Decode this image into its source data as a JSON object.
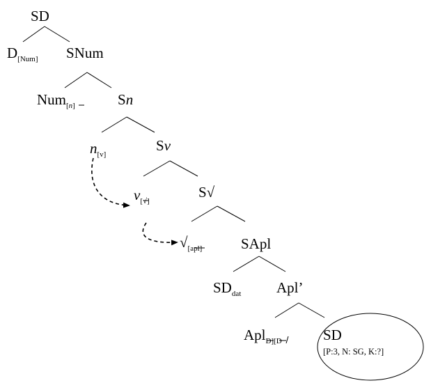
{
  "nodes": {
    "sd_root": "SD",
    "d_num": {
      "base": "D",
      "sub": "[Num]"
    },
    "snum": "SNum",
    "num_n": {
      "base": "Num",
      "sub_open": "[",
      "sub_struck": "n",
      "sub_close": "]"
    },
    "sn": {
      "base": "S",
      "italic": "n"
    },
    "n_v": {
      "italic": "n",
      "sub": "[v]"
    },
    "sv": {
      "base": "S",
      "italic": "v"
    },
    "v_root": {
      "italic": "v",
      "sub_open": "[",
      "sub_struck": "√",
      "sub_close": "]"
    },
    "sroot": "S√",
    "root_apl": {
      "base": "√",
      "sub_open": "[",
      "sub_struck": "apl",
      "sub_close": "]"
    },
    "sapl": "SApl",
    "sd_dat": {
      "base": "SD",
      "sub": "dat"
    },
    "apl_bar": "Apl’",
    "apl_d": {
      "base": "Apl",
      "sub_struck1": "D",
      "sub_mid": "][",
      "sub_struck2": "D"
    },
    "sd_goal": "SD",
    "goal_features": "[P:3, N: SG, K:?]"
  }
}
